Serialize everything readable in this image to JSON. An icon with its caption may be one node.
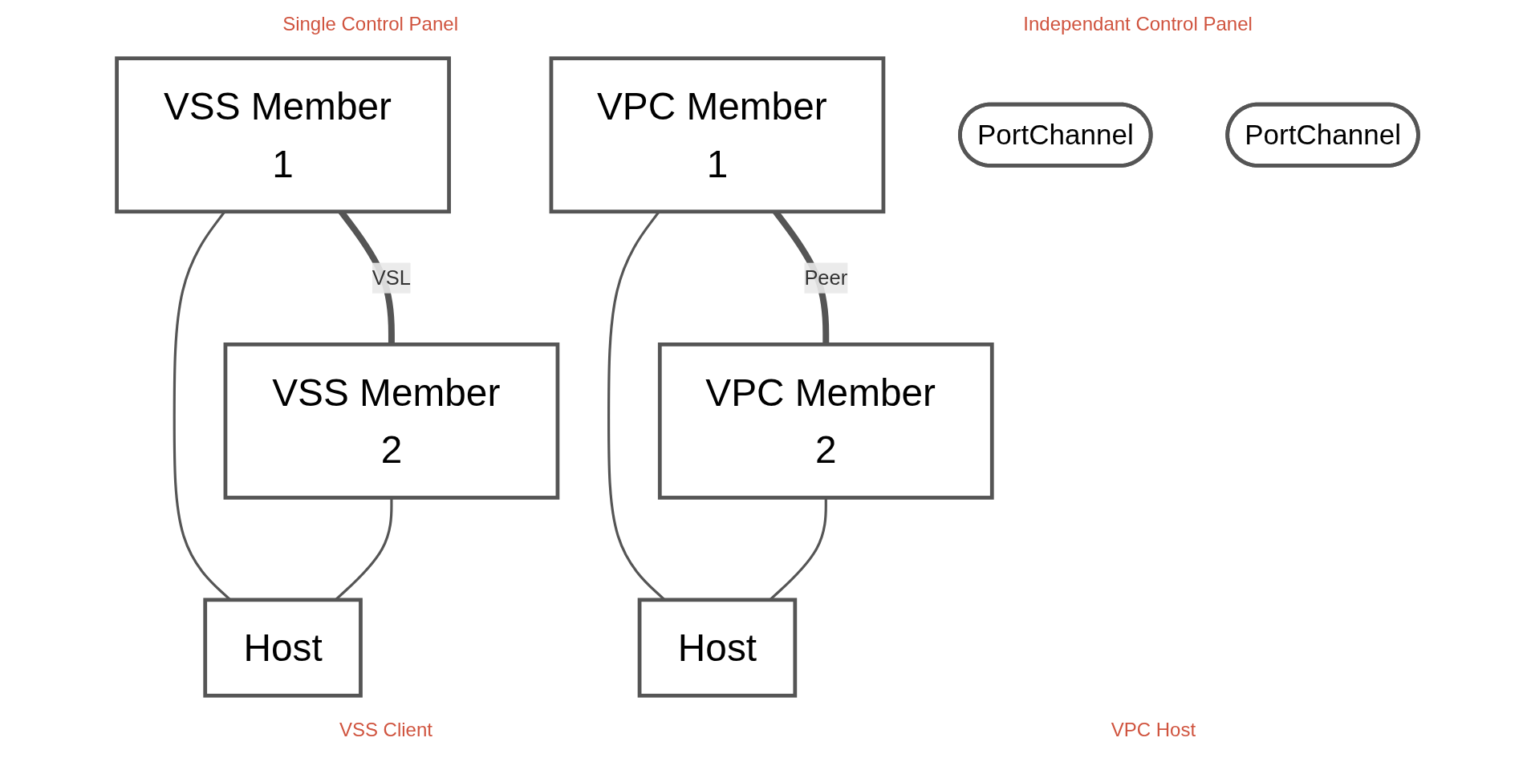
{
  "diagram": {
    "nodes": [
      {
        "text": [
          "VSS Member 1"
        ]
      },
      {
        "text": [
          "VSS Member 2"
        ]
      },
      {
        "text": [
          "VPC Member 1"
        ]
      },
      {
        "text": [
          "VPC Member 2"
        ]
      },
      {
        "text": [
          "PortChannel"
        ]
      },
      {
        "text": [
          "PortChannel"
        ]
      },
      {
        "text": [
          "Host"
        ]
      },
      {
        "text": [
          "Host"
        ]
      }
    ],
    "edges": [
      {
        "from": 0,
        "to": 1,
        "arrow": "none",
        "label": "VSL",
        "style": "thick"
      },
      {
        "from": 0,
        "to": 6,
        "arrow": "none"
      },
      {
        "from": 1,
        "to": 6,
        "arrow": "none"
      },
      {
        "from": 2,
        "to": 3,
        "arrow": "none",
        "label": "Peer",
        "style": "thick"
      },
      {
        "from": 2,
        "to": 7,
        "arrow": "none"
      },
      {
        "from": 3,
        "to": 7,
        "arrow": "none"
      }
    ],
    "labels": [
      "Single Control Panel",
      "Independant Control Panel",
      "VSS Client",
      "VPC Host"
    ]
  }
}
